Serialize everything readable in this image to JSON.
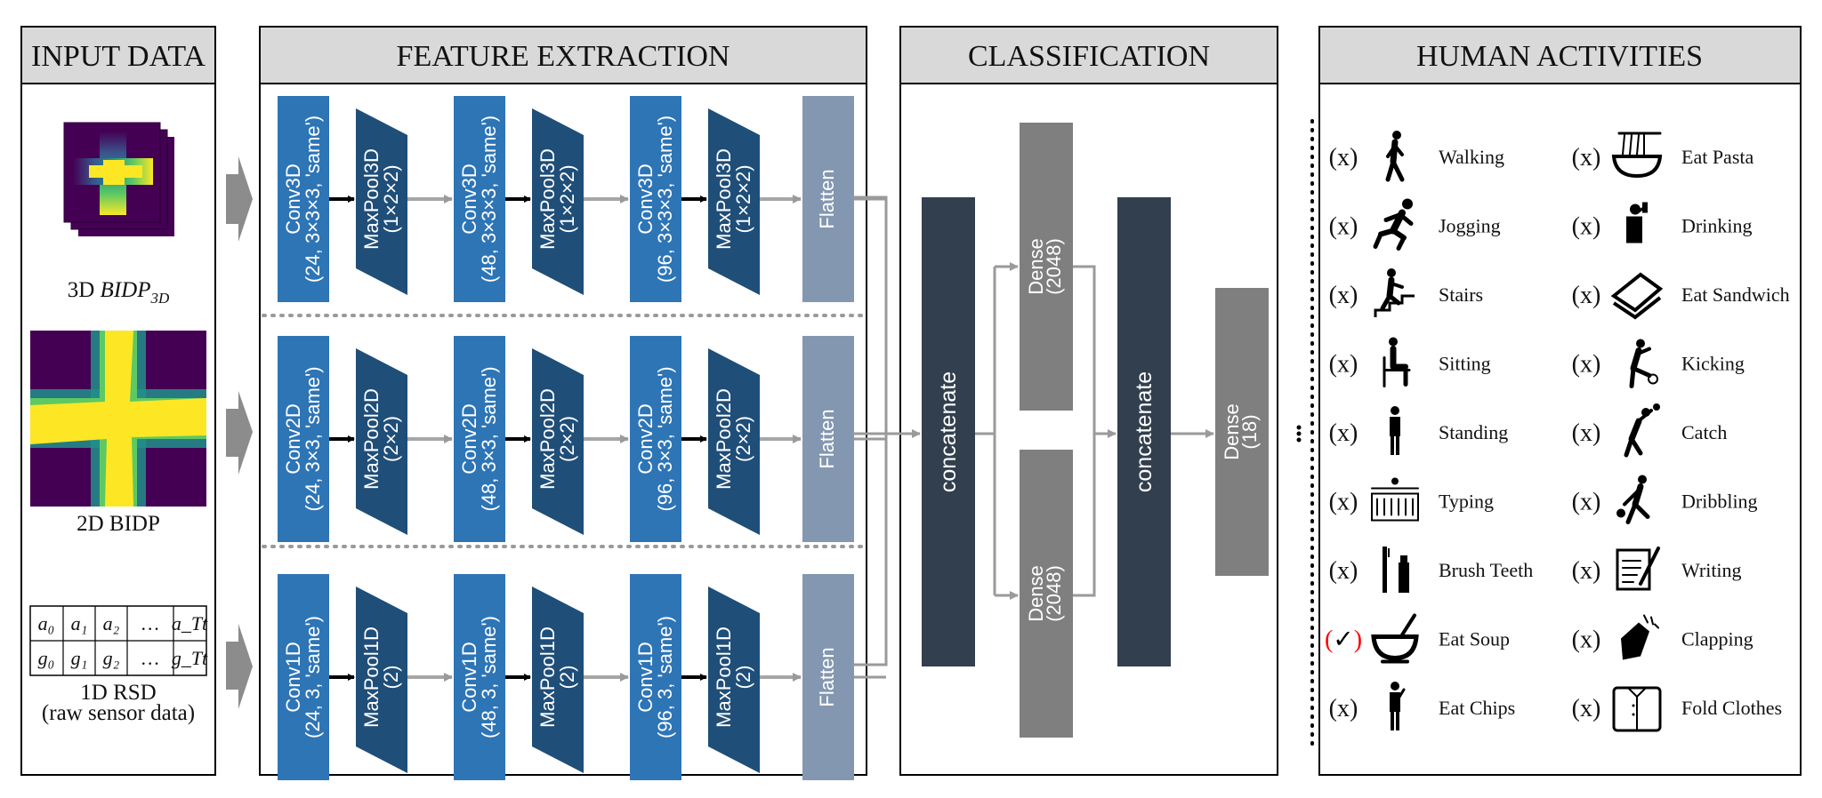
{
  "panels": {
    "input": "INPUT DATA",
    "feature": "FEATURE EXTRACTION",
    "classification": "CLASSIFICATION",
    "activities": "HUMAN ACTIVITIES"
  },
  "inputs": {
    "bidp3d_label_prefix": "3D ",
    "bidp3d_label_var": "BIDP",
    "bidp3d_label_sub": "3D",
    "bidp2d_label": "2D BIDP",
    "rsd_label_1": "1D RSD",
    "rsd_label_2": "(raw sensor data)",
    "table_row1": [
      "a₀",
      "a₁",
      "a₂",
      "…",
      "a_Tt"
    ],
    "table_row2": [
      "g₀",
      "g₁",
      "g₂",
      "…",
      "g_Tt"
    ]
  },
  "branches": [
    {
      "blocks": [
        {
          "l1": "Conv3D",
          "l2": "(24, 3×3×3, 'same')"
        },
        {
          "l1": "MaxPool3D",
          "l2": "(1×2×2)"
        },
        {
          "l1": "Conv3D",
          "l2": "(48, 3×3×3, 'same')"
        },
        {
          "l1": "MaxPool3D",
          "l2": "(1×2×2)"
        },
        {
          "l1": "Conv3D",
          "l2": "(96, 3×3×3, 'same')"
        },
        {
          "l1": "MaxPool3D",
          "l2": "(1×2×2)"
        },
        {
          "l1": "Flatten",
          "l2": ""
        }
      ]
    },
    {
      "blocks": [
        {
          "l1": "Conv2D",
          "l2": "(24, 3×3, 'same')"
        },
        {
          "l1": "MaxPool2D",
          "l2": "(2×2)"
        },
        {
          "l1": "Conv2D",
          "l2": "(48, 3×3, 'same')"
        },
        {
          "l1": "MaxPool2D",
          "l2": "(2×2)"
        },
        {
          "l1": "Conv2D",
          "l2": "(96, 3×3, 'same')"
        },
        {
          "l1": "MaxPool2D",
          "l2": "(2×2)"
        },
        {
          "l1": "Flatten",
          "l2": ""
        }
      ]
    },
    {
      "blocks": [
        {
          "l1": "Conv1D",
          "l2": "(24, 3, 'same')"
        },
        {
          "l1": "MaxPool1D",
          "l2": "(2)"
        },
        {
          "l1": "Conv1D",
          "l2": "(48, 3, 'same')"
        },
        {
          "l1": "MaxPool1D",
          "l2": "(2)"
        },
        {
          "l1": "Conv1D",
          "l2": "(96, 3, 'same')"
        },
        {
          "l1": "MaxPool1D",
          "l2": "(2)"
        },
        {
          "l1": "Flatten",
          "l2": ""
        }
      ]
    }
  ],
  "classification": {
    "concat1": "concatenate",
    "dense_top_l1": "Dense",
    "dense_top_l2": "(2048)",
    "dense_bottom_l1": "Dense",
    "dense_bottom_l2": "(2048)",
    "concat2": "concatenate",
    "output_l1": "Dense",
    "output_l2": "(18)"
  },
  "activities_left": [
    {
      "mark": "(x)",
      "label": "Walking",
      "icon": "walking-icon"
    },
    {
      "mark": "(x)",
      "label": "Jogging",
      "icon": "jogging-icon"
    },
    {
      "mark": "(x)",
      "label": "Stairs",
      "icon": "stairs-icon"
    },
    {
      "mark": "(x)",
      "label": "Sitting",
      "icon": "sitting-icon"
    },
    {
      "mark": "(x)",
      "label": "Standing",
      "icon": "standing-icon"
    },
    {
      "mark": "(x)",
      "label": "Typing",
      "icon": "typing-icon"
    },
    {
      "mark": "(x)",
      "label": "Brush Teeth",
      "icon": "brush-teeth-icon"
    },
    {
      "mark": "(✓)",
      "label": "Eat Soup",
      "icon": "eat-soup-icon",
      "highlight": true
    },
    {
      "mark": "(x)",
      "label": "Eat Chips",
      "icon": "eat-chips-icon"
    }
  ],
  "activities_right": [
    {
      "mark": "(x)",
      "label": "Eat Pasta",
      "icon": "eat-pasta-icon"
    },
    {
      "mark": "(x)",
      "label": "Drinking",
      "icon": "drinking-icon"
    },
    {
      "mark": "(x)",
      "label": "Eat Sandwich",
      "icon": "eat-sandwich-icon"
    },
    {
      "mark": "(x)",
      "label": "Kicking",
      "icon": "kicking-icon"
    },
    {
      "mark": "(x)",
      "label": "Catch",
      "icon": "catch-icon"
    },
    {
      "mark": "(x)",
      "label": "Dribbling",
      "icon": "dribbling-icon"
    },
    {
      "mark": "(x)",
      "label": "Writing",
      "icon": "writing-icon"
    },
    {
      "mark": "(x)",
      "label": "Clapping",
      "icon": "clapping-icon"
    },
    {
      "mark": "(x)",
      "label": "Fold Clothes",
      "icon": "fold-clothes-icon"
    }
  ],
  "colors": {
    "conv": "#2E75B6",
    "pool": "#1F4E79",
    "flatten": "#8497B0",
    "dense": "#7F7F7F",
    "concat": "#323F4F",
    "header_bg": "#D9D9D9",
    "highlight": "#FF0000",
    "viridis_dark": "#440154",
    "viridis_yellow": "#FDE725"
  }
}
